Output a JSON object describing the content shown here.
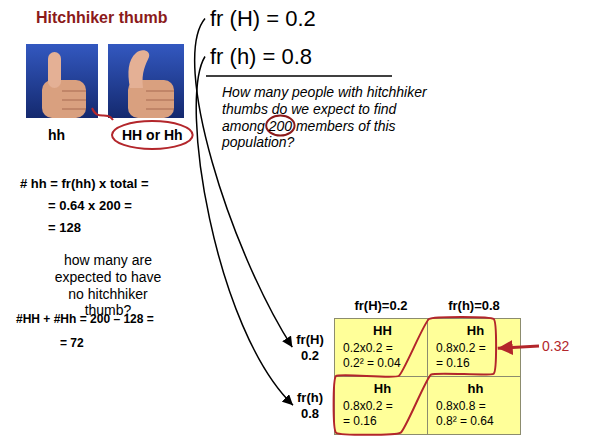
{
  "diagram": {
    "title": "Hitchhiker thumb",
    "nodes": [
      {
        "text": [
          "HH",
          "0.2x0.2 = 0.2² = 0.04"
        ]
      },
      {
        "text": [
          "Hh",
          "0.8x0.2 = = 0.16"
        ]
      },
      {
        "text": [
          "Hh",
          "0.8x0.2 = = 0.16"
        ]
      },
      {
        "text": [
          "hh",
          "0.8x0.8 = 0.8² = 0.64"
        ]
      }
    ],
    "labels": [
      "fr (H) = 0.2",
      "fr (h) = 0.8",
      "How many people with hitchhiker thumbs do we expect to find among 200 members of this population?",
      "hh",
      "HH or Hh",
      "fr(H)=0.2",
      "fr(h)=0.8",
      "# hh = fr(hh) x total =",
      "= 0.64 x 200 =",
      "= 128",
      "fr(H) 0.2",
      "0.32",
      "how many are expected to have no hitchhiker thumb?",
      "fr(h) 0.8",
      "#HH + #Hh = 200 – 128 =",
      "= 72"
    ]
  }
}
